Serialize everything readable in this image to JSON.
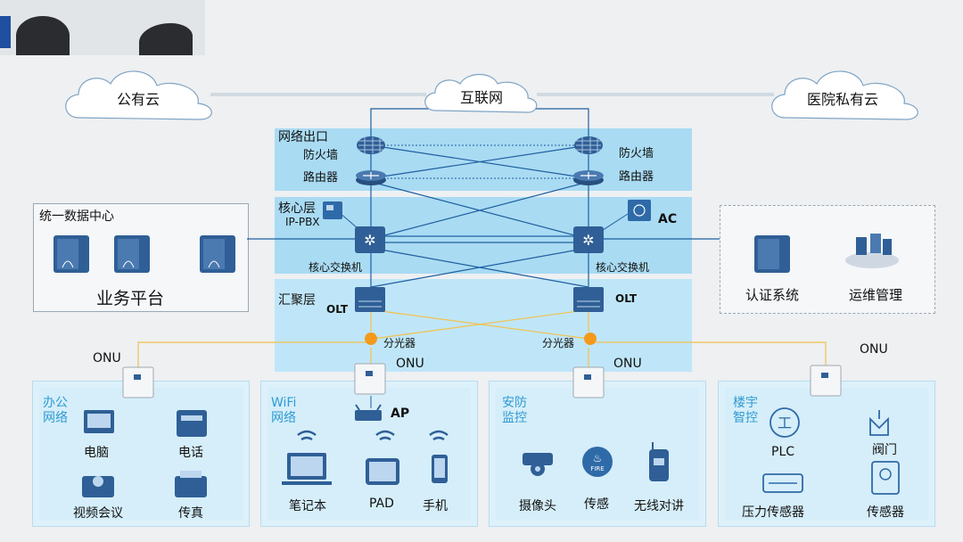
{
  "clouds": {
    "public": "公有云",
    "internet": "互联网",
    "private": "医院私有云"
  },
  "layers": {
    "egress": "网络出口",
    "core": "核心层",
    "aggregation": "汇聚层"
  },
  "devices": {
    "firewall": "防火墙",
    "router": "路由器",
    "ippbx": "IP-PBX",
    "ac": "AC",
    "core_switch": "核心交换机",
    "olt": "OLT",
    "splitter": "分光器",
    "onu": "ONU"
  },
  "datacenter": {
    "title": "统一数据中心",
    "label": "业务平台"
  },
  "right_box": {
    "auth": "认证系统",
    "ops": "运维管理"
  },
  "zones": {
    "office": {
      "title": "办公\n网络",
      "items": [
        "电脑",
        "电话",
        "视频会议",
        "传真"
      ]
    },
    "wifi": {
      "title": "WiFi\n网络",
      "ap": "AP",
      "items": [
        "笔记本",
        "PAD",
        "手机"
      ]
    },
    "security": {
      "title": "安防\n监控",
      "items": [
        "摄像头",
        "传感",
        "无线对讲"
      ]
    },
    "building": {
      "title": "楼宇\n智控",
      "items": [
        "PLC",
        "阀门",
        "压力传感器",
        "传感器"
      ]
    }
  },
  "icons": {
    "fire_label": "FIRE",
    "plc_glyph": "工"
  },
  "colors": {
    "band": "#a9dbf3",
    "line_blue": "#1f5fa0",
    "fiber": "#f2c14e",
    "zone_title": "#2f9bd1",
    "splitter": "#f39a1b"
  }
}
